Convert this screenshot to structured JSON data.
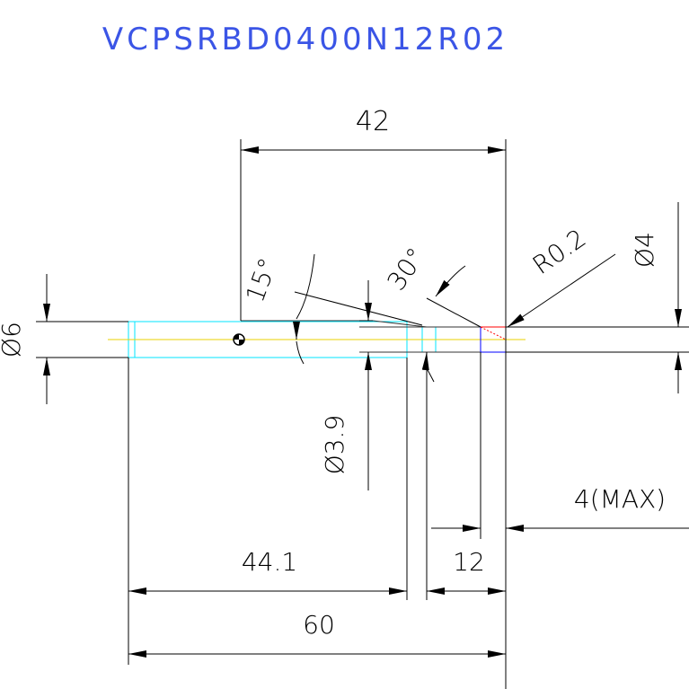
{
  "title": "VCPSRBD0400N12R02",
  "dimensions": {
    "length_42": "42",
    "angle_15": "15°",
    "angle_30": "30°",
    "radius": "R0.2",
    "dia_4": "Ø4",
    "dia_6": "Ø6",
    "dia_3_9": "Ø3.9",
    "max_4": "4(MAX)",
    "length_44_1": "44.1",
    "length_12": "12",
    "length_60": "60"
  },
  "colors": {
    "title": "#3b55e6",
    "dimension": "#000000",
    "shank": "#00e5ff",
    "centerline": "#e8d200",
    "tip_red": "#ff0000",
    "tip_blue": "#0000ff"
  }
}
